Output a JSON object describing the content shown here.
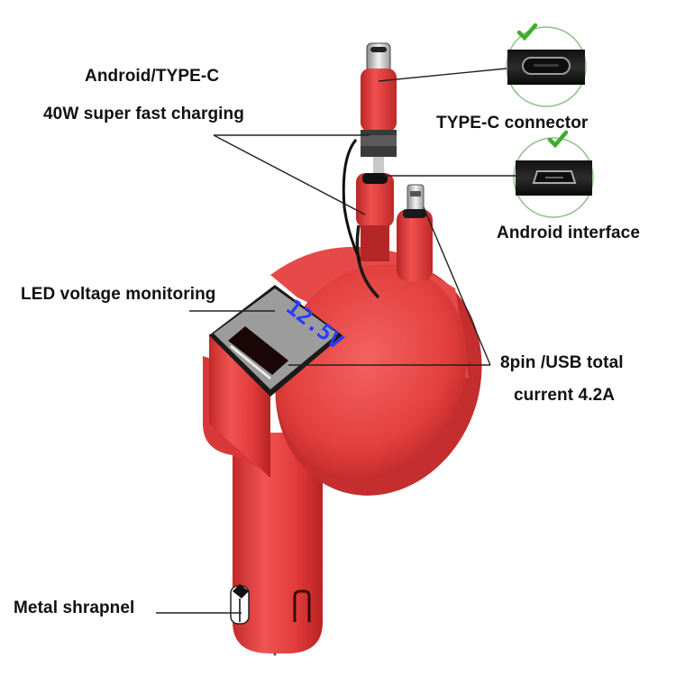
{
  "labels": {
    "android_typec": "Android/TYPE-C",
    "fast_charging": "40W super fast charging",
    "typec_connector": "TYPE-C connector",
    "android_interface": "Android interface",
    "led_voltage": "LED voltage monitoring",
    "total_current_line1": "8pin /USB total",
    "total_current_line2": "current 4.2A",
    "metal_shrapnel": "Metal shrapnel"
  },
  "display": {
    "voltage": "12.5V"
  },
  "colors": {
    "body_red": "#e8403f",
    "body_red_dark": "#b82424",
    "display_blue": "#2a3cff",
    "check_green": "#3fae2a",
    "leader_line": "#222222"
  }
}
